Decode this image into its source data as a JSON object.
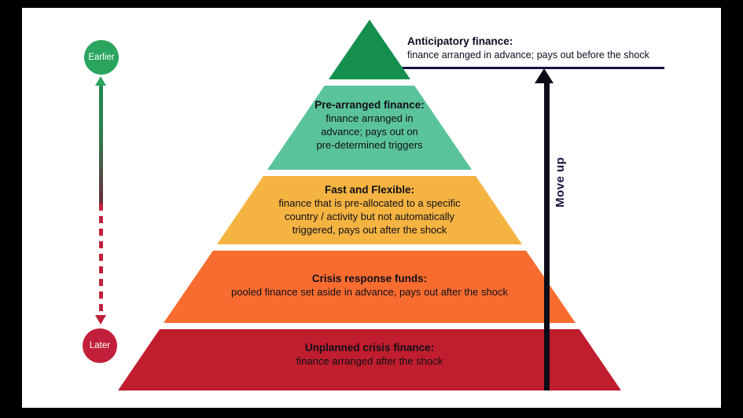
{
  "colors": {
    "tier1": "#148f4e",
    "tier2": "#5ac39a",
    "tier3": "#f5b342",
    "tier4": "#f96c30",
    "tier5": "#c01d2e",
    "earlier": "#2aa45e",
    "later": "#c2203a",
    "navy": "#161240",
    "arrow": "#0c0c18"
  },
  "timeline": {
    "earlier_label": "Earlier",
    "later_label": "Later"
  },
  "annotation": {
    "title": "Anticipatory finance:",
    "body": "finance arranged in advance; pays out before the shock"
  },
  "pyramid": {
    "tiers": [
      {
        "title": "Pre-arranged finance:",
        "body": "finance arranged in\nadvance; pays out on\npre-determined triggers"
      },
      {
        "title": "Fast and Flexible:",
        "body": "finance that is pre-allocated to a specific\ncountry / activity but not automatically\ntriggered, pays out after the shock"
      },
      {
        "title": "Crisis response funds:",
        "body": "pooled finance set aside in advance, pays out after the shock"
      },
      {
        "title": "Unplanned crisis finance:",
        "body": "finance arranged after the shock"
      }
    ]
  },
  "move_up": {
    "label": "Move up"
  }
}
